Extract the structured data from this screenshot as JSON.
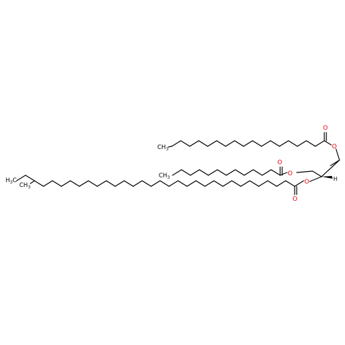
{
  "molecule": {
    "atoms": {
      "ester_o_top": "O",
      "carbonyl_o_top": "O",
      "ester_o_mid": "O",
      "carbonyl_o_mid": "O",
      "ester_o_low": "O",
      "carbonyl_o_low": "O",
      "stereo_h": "H"
    },
    "terminal_groups": {
      "top_chain_ch3": "CH",
      "top_chain_ch3_sub": "3",
      "mid_chain_ch3": "CH",
      "mid_chain_ch3_sub": "3",
      "low_chain_h3c": "H",
      "low_chain_h3c_sub": "3",
      "low_chain_h3c_c": "C",
      "low_chain_ch3": "CH",
      "low_chain_ch3_sub": "3"
    },
    "colors": {
      "bond": "#000000",
      "oxygen": "#e8000b"
    }
  }
}
